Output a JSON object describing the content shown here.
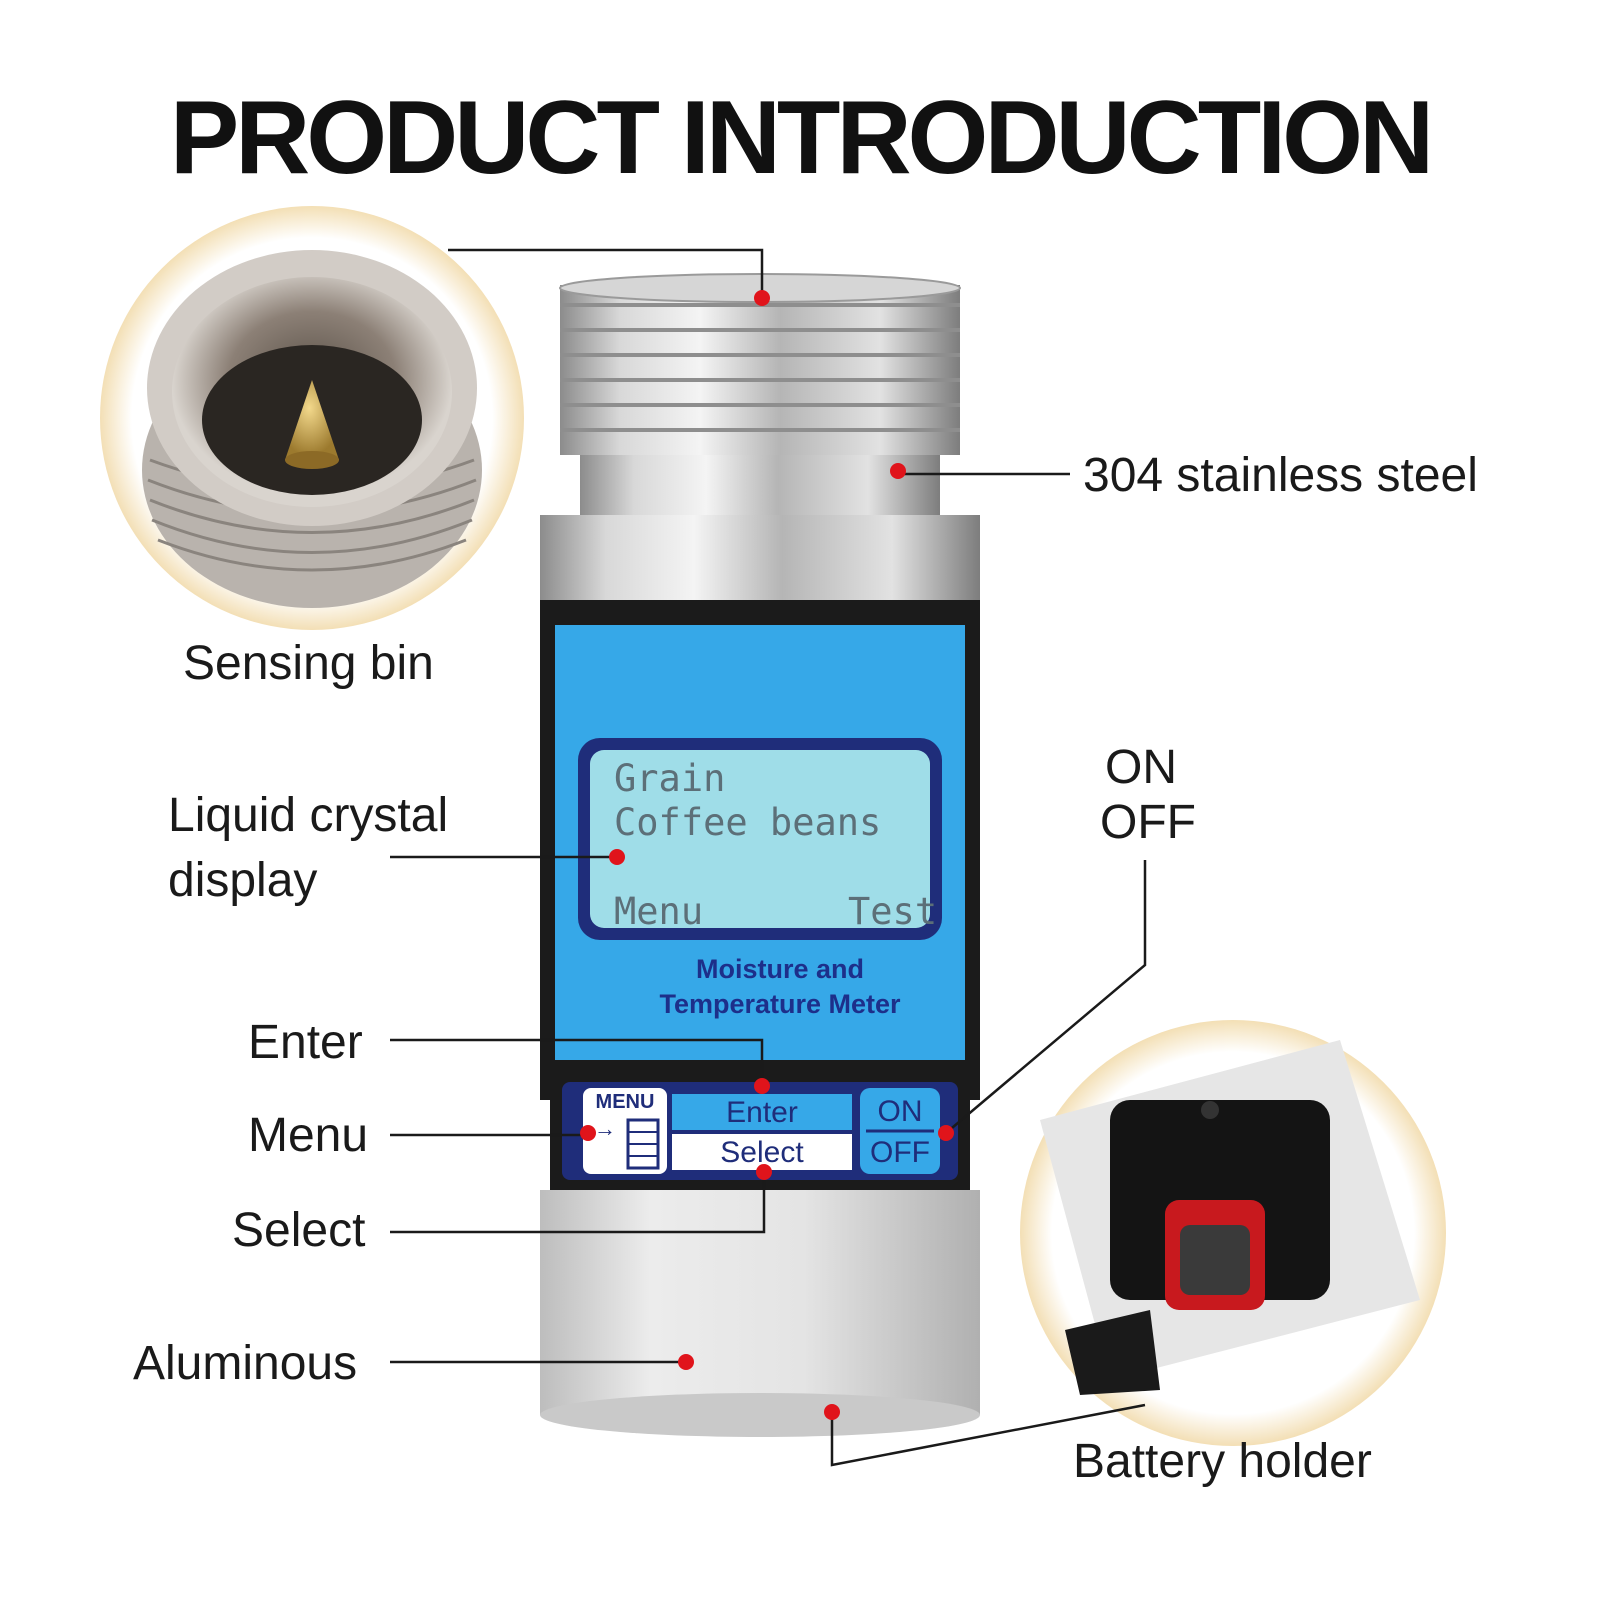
{
  "title": "PRODUCT INTRODUCTION",
  "callouts": {
    "sensing_bin": "Sensing bin",
    "stainless": "304 stainless steel",
    "lcd_line1": "Liquid crystal",
    "lcd_line2": "display",
    "on": "ON",
    "off": "OFF",
    "enter": "Enter",
    "menu": "Menu",
    "select": "Select",
    "aluminous": "Aluminous",
    "battery": "Battery holder"
  },
  "device": {
    "lcd": {
      "line1": "Grain",
      "line2": "Coffee beans",
      "softkey_left": "Menu",
      "softkey_right": "Test"
    },
    "caption_line1": "Moisture and",
    "caption_line2": "Temperature Meter",
    "buttons": {
      "menu": "MENU",
      "enter": "Enter",
      "select": "Select",
      "on": "ON",
      "off": "OFF"
    }
  },
  "colors": {
    "panel_blue": "#36a8e8",
    "lcd_bg": "#9fdde8",
    "navy": "#1f2d7a",
    "marker_red": "#e0141b"
  }
}
